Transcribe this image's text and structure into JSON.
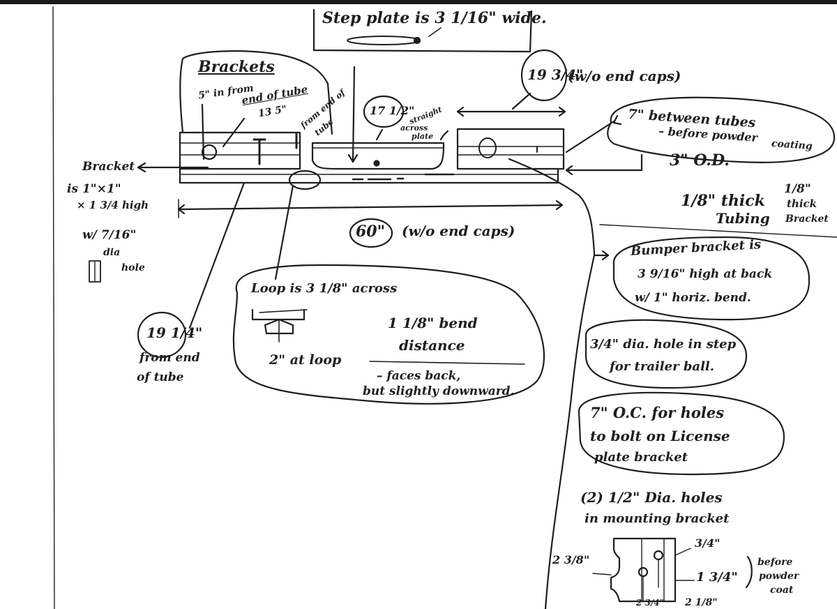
{
  "notes": {
    "step_plate_width": "Step plate is 3 1/16\" wide.",
    "brackets": "Brackets",
    "five_in_from_end_a": "5\" in from",
    "five_in_from_end_b": "end of tube",
    "thirteen_five_a": "13 5\"",
    "thirteen_five_b": "from end of",
    "thirteen_five_c": "tube",
    "seventeen_half": "17 1/2\"",
    "straight_across_a": "straight",
    "straight_across_b": "across",
    "straight_across_c": "plate",
    "nineteen_three_quarter": "19 3/4\"",
    "wo_end_caps_top": "(w/o end caps)",
    "seven_between_a": "7\" between tubes",
    "seven_between_b": "– before powder",
    "seven_between_c": "coating",
    "three_od": "3\" O.D.",
    "eighth_thick_a": "1/8\" thick",
    "eighth_thick_b": "Tubing",
    "eighth_bracket_a": "1/8\"",
    "eighth_bracket_b": "thick",
    "eighth_bracket_c": "Bracket",
    "bracket_a": "Bracket",
    "bracket_b": "is 1\"×1\"",
    "bracket_c": "× 1 3/4 high",
    "bracket_d": "w/ 7/16\"",
    "bracket_e": "dia",
    "bracket_f": "hole",
    "sixty": "60\"",
    "wo_end_caps_bottom": "(w/o end caps)",
    "bumper_a": "Bumper bracket is",
    "bumper_b": "3 9/16\" high at back",
    "bumper_c": "w/ 1\" horiz. bend.",
    "loop_across": "Loop is 3 1/8\" across",
    "bend_a": "1 1/8\" bend",
    "bend_b": "distance",
    "two_at_loop": "2\" at loop",
    "faces_a": "– faces back,",
    "faces_b": "but slightly downward.",
    "nineteen_quarter": "19 1/4\"",
    "from_end_a": "from end",
    "from_end_b": "of tube",
    "hitch_hole_a": "3/4\" dia. hole in step",
    "hitch_hole_b": "for trailer ball.",
    "license_a": "7\" O.C. for holes",
    "license_b": "to bolt on License",
    "license_c": "plate bracket",
    "mount_a": "(2) 1/2\" Dia. holes",
    "mount_b": "in mounting bracket",
    "dim_238": "2 3/8\"",
    "dim_34": "3/4\"",
    "dim_134": "1 3/4\"",
    "dim_bottom_a": "2 3/4\"",
    "dim_bottom_b": "2 1/8\"",
    "before_a": "before",
    "before_b": "powder",
    "before_c": "coat"
  },
  "colors": {
    "ink": "#1e1e1e",
    "paper": "#ffffff"
  }
}
